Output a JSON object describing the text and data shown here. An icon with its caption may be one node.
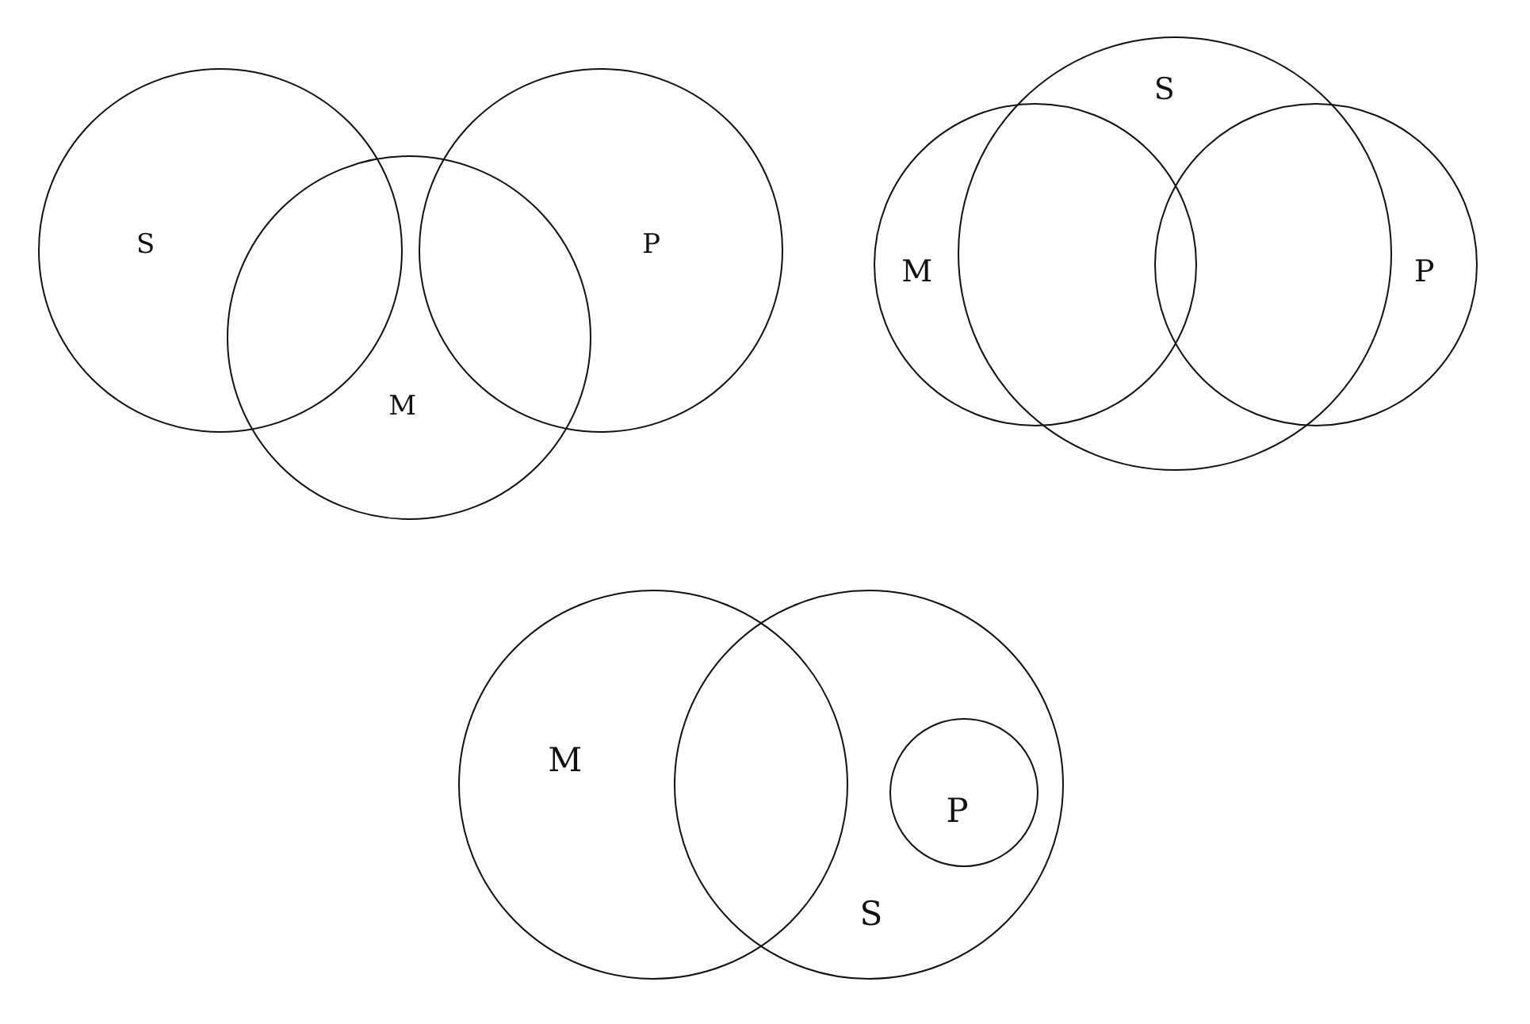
{
  "diagram": {
    "nodes": [
      {
        "text": [
          "S"
        ]
      },
      {
        "text": [
          "P"
        ]
      },
      {
        "text": [
          "M"
        ]
      },
      {
        "text": [
          "S"
        ]
      },
      {
        "text": [
          "M"
        ]
      },
      {
        "text": [
          "P"
        ]
      },
      {
        "text": [
          "M"
        ]
      },
      {
        "text": [
          "S"
        ]
      },
      {
        "text": [
          "P"
        ],
        "in": 7
      }
    ]
  }
}
